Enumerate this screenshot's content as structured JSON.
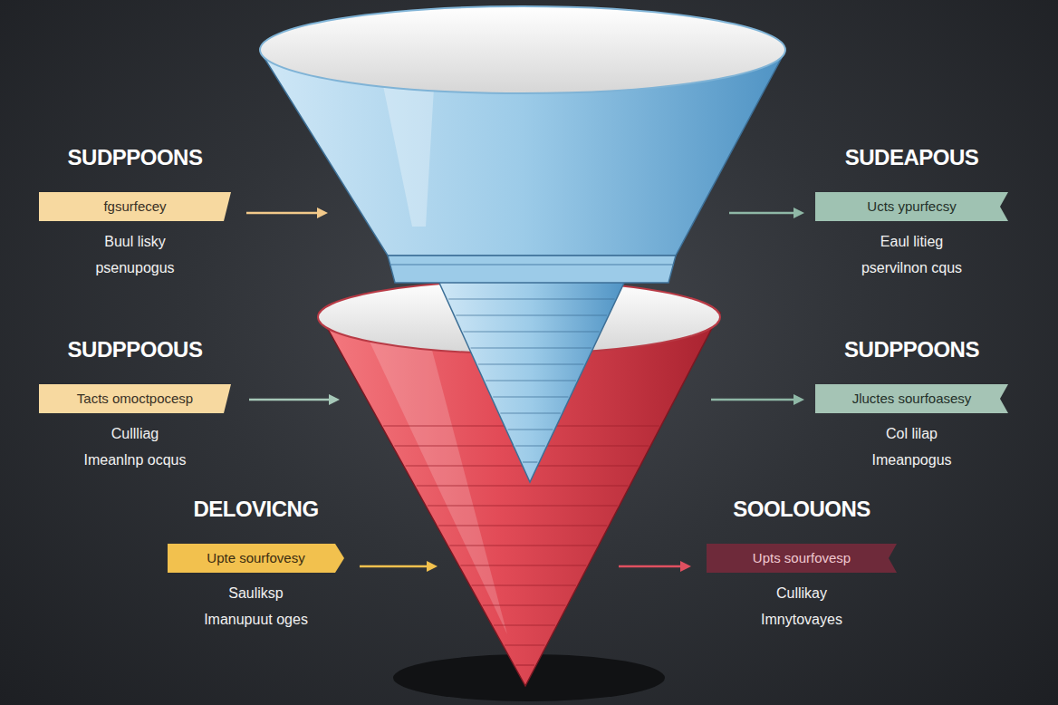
{
  "diagram": {
    "nodes": [
      {
        "text": [
          "SUDPPOONS",
          "fgsurfecey",
          "Buul lisky",
          "psenupogus"
        ]
      },
      {
        "text": [
          "SUDEAPOUS",
          "Ucts ypurfecsy",
          "Eaul litieg",
          "pservilnon cqus"
        ]
      },
      {
        "text": [
          "SUDPPOOUS",
          "Tacts omoctpocesp",
          "Cullliag",
          "Imeanlnp ocqus"
        ]
      },
      {
        "text": [
          "SUDPPOONS",
          "Jluctes sourfoasesy",
          "Col lilap",
          "Imeanpogus"
        ]
      },
      {
        "text": [
          "DELOVICNG",
          "Upte sourfovesy",
          "Sauliksp",
          "Imanupuut oges"
        ]
      },
      {
        "text": [
          "SOOLOUONS",
          "Upts sourfovesp",
          "Cullikay",
          "Imnytovayes"
        ]
      }
    ]
  }
}
